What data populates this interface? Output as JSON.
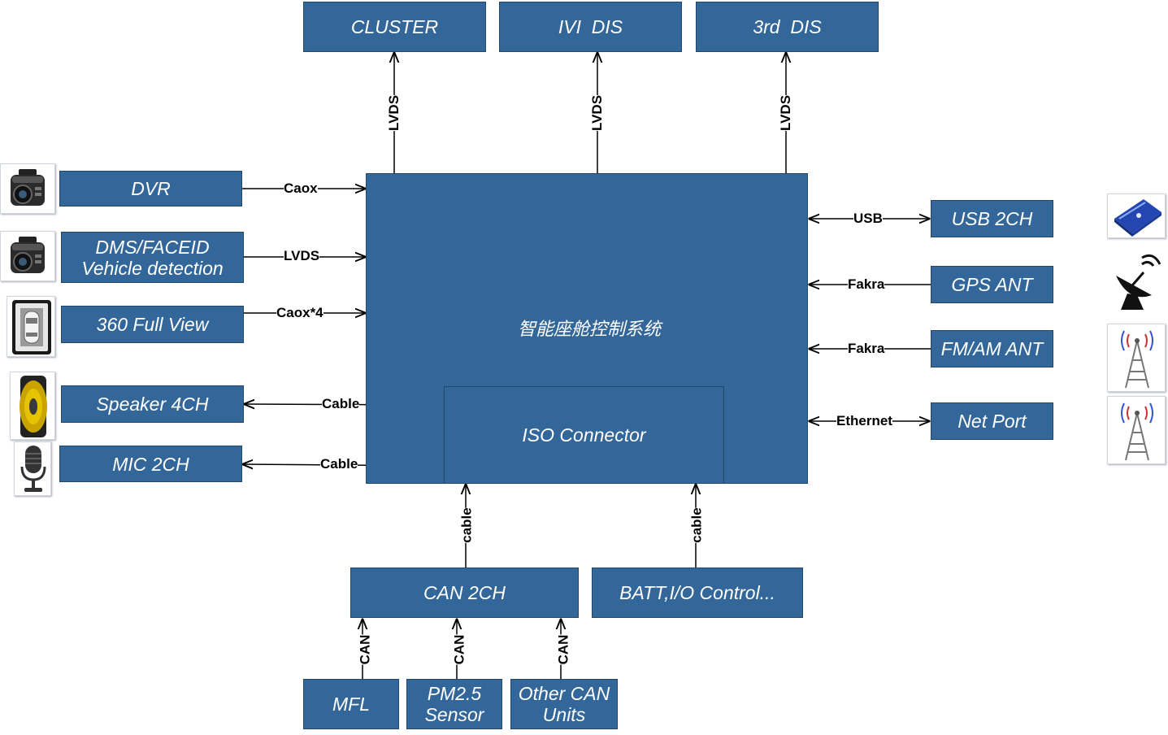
{
  "top": {
    "cluster": "CLUSTER",
    "ivi": "IVI  DIS",
    "third": "3rd  DIS",
    "link_cluster": "LVDS",
    "link_ivi": "LVDS",
    "link_third": "LVDS"
  },
  "center": {
    "title": "智能座舱控制系统",
    "iso": "ISO Connector"
  },
  "left": {
    "dvr": "DVR",
    "dms_line1": "DMS/FACEID",
    "dms_line2": "Vehicle detection",
    "view360": "360 Full View",
    "speaker": "Speaker 4CH",
    "mic": "MIC 2CH",
    "link_dvr": "Caox",
    "link_dms": "LVDS",
    "link_360": "Caox*4",
    "link_speaker": "Cable",
    "link_mic": "Cable"
  },
  "right": {
    "usb": "USB 2CH",
    "gps": "GPS ANT",
    "fmam": "FM/AM ANT",
    "net": "Net Port",
    "link_usb": "USB",
    "link_gps": "Fakra",
    "link_fmam": "Fakra",
    "link_net": "Ethernet"
  },
  "bottom": {
    "can": "CAN 2CH",
    "batt": "BATT,I/O Control...",
    "link_can": "cable",
    "link_batt": "cable",
    "mfl": "MFL",
    "pm_line1": "PM2.5",
    "pm_line2": "Sensor",
    "other_line1": "Other CAN",
    "other_line2": "Units",
    "link_mfl": "CAN",
    "link_pm": "CAN",
    "link_other": "CAN"
  },
  "colors": {
    "box_fill": "#336699",
    "box_text": "#ffffff",
    "line": "#000000"
  },
  "icons": [
    "dashcam-icon",
    "dashcam-icon",
    "car-topview-icon",
    "speaker-icon",
    "microphone-icon",
    "usb-drive-icon",
    "satellite-dish-icon",
    "radio-tower-icon",
    "radio-tower-icon"
  ]
}
